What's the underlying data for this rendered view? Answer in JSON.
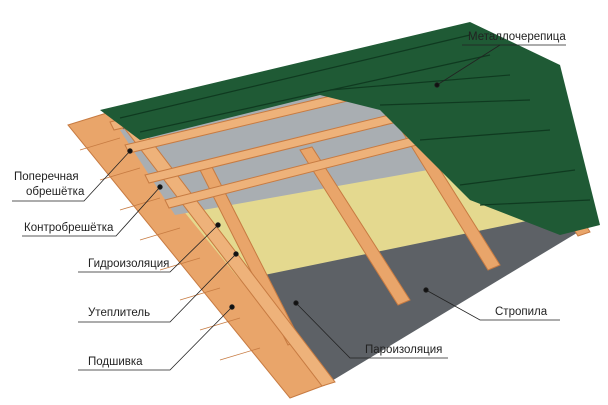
{
  "labels": {
    "metal_tile": "Металлочерепица",
    "cross_batten_1": "Поперечная",
    "cross_batten_2": "обрешётка",
    "counter_batten": "Контробрешётка",
    "waterproofing": "Гидроизоляция",
    "insulation": "Утеплитель",
    "soffit": "Подшивка",
    "rafters": "Стропила",
    "vapour_barrier": "Пароизоляция"
  },
  "colors": {
    "tile": "#1f5a35",
    "wood": "#e9a56a",
    "insulation": "#e4d98f",
    "membrane": "#a9aeb2",
    "vapour": "#5d6166"
  }
}
